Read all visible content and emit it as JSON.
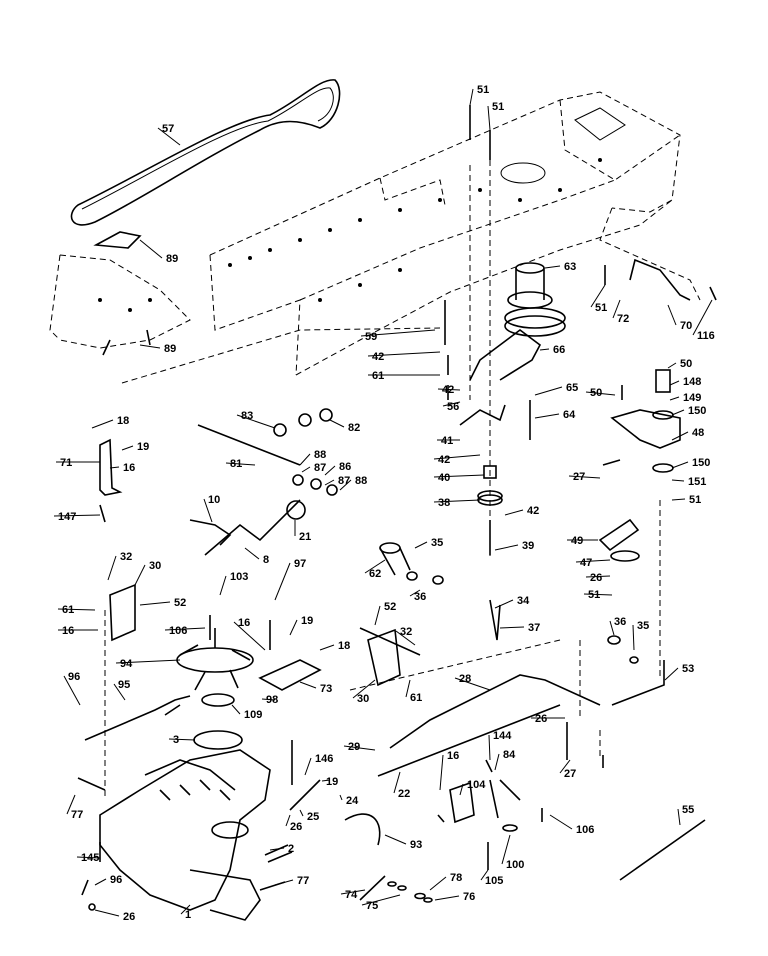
{
  "diagram": {
    "labels": [
      "57",
      "89",
      "89",
      "51",
      "51",
      "63",
      "51",
      "72",
      "70",
      "116",
      "59",
      "42",
      "61",
      "66",
      "42",
      "56",
      "65",
      "64",
      "50",
      "50",
      "148",
      "149",
      "150",
      "48",
      "150",
      "151",
      "51",
      "27",
      "18",
      "19",
      "16",
      "71",
      "147",
      "83",
      "82",
      "81",
      "88",
      "87",
      "86",
      "87",
      "88",
      "10",
      "8",
      "21",
      "41",
      "42",
      "40",
      "38",
      "42",
      "39",
      "35",
      "62",
      "36",
      "34",
      "37",
      "49",
      "47",
      "26",
      "51",
      "32",
      "30",
      "61",
      "52",
      "16",
      "103",
      "97",
      "106",
      "19",
      "18",
      "16",
      "73",
      "94",
      "98",
      "109",
      "3",
      "52",
      "32",
      "30",
      "61",
      "36",
      "35",
      "53",
      "96",
      "95",
      "28",
      "26",
      "29",
      "22",
      "144",
      "16",
      "84",
      "104",
      "106",
      "27",
      "77",
      "146",
      "19",
      "24",
      "26",
      "25",
      "2",
      "93",
      "145",
      "96",
      "77",
      "26",
      "1",
      "74",
      "75",
      "78",
      "76",
      "100",
      "105",
      "55"
    ]
  }
}
